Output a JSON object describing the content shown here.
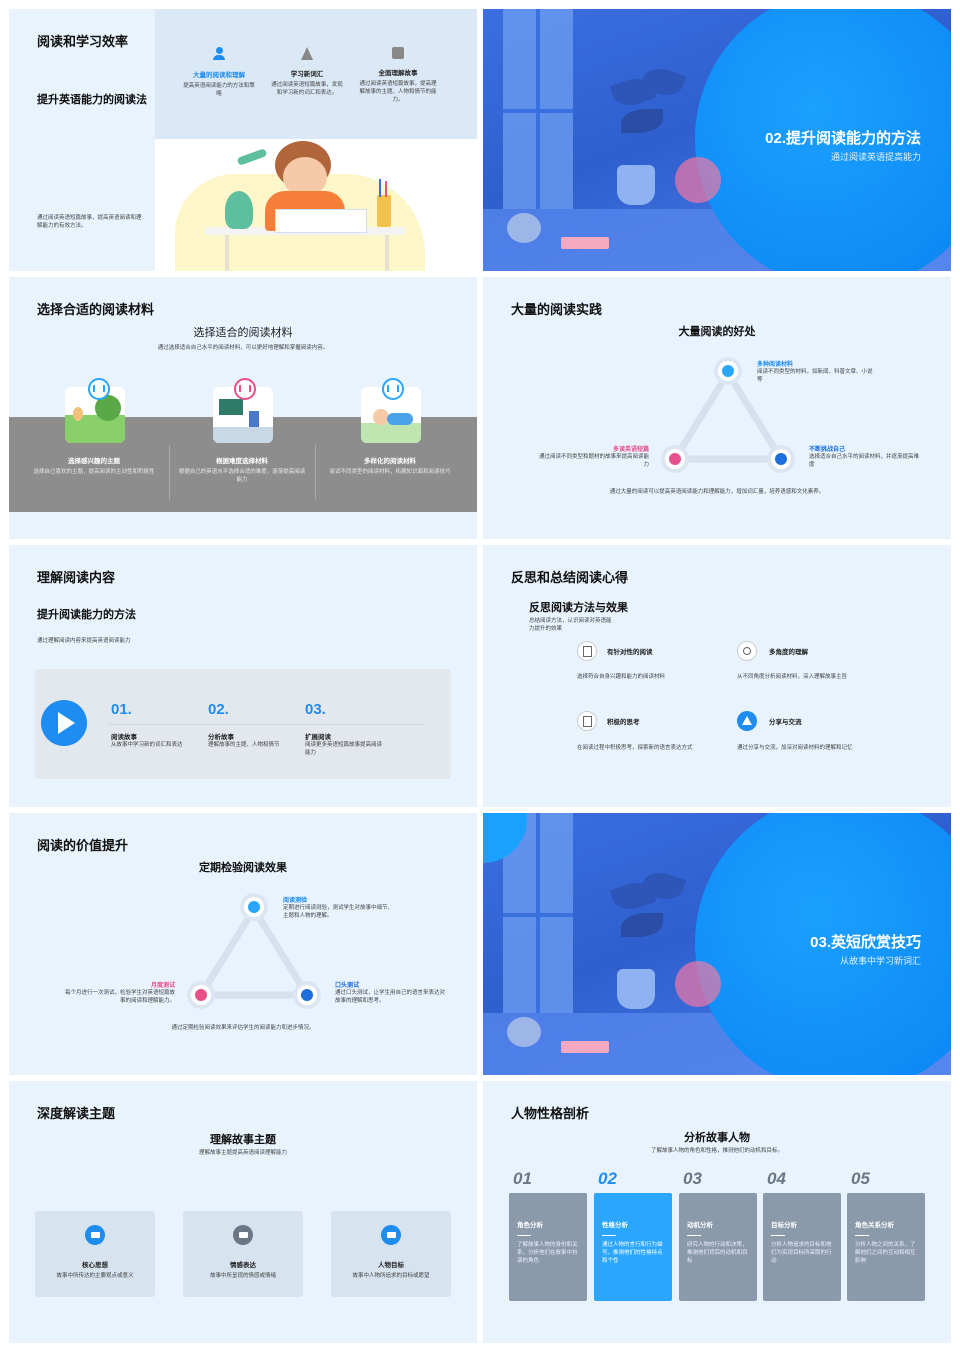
{
  "slide1": {
    "title": "阅读和学习效率",
    "subtitle": "提升英语能力的阅读法",
    "desc": "通过阅读英语短篇故事，提高英语阅读和理解能力的有效方法。",
    "items": [
      {
        "label": "大量的阅读和理解",
        "desc": "提高英语阅读能力的方法和策略"
      },
      {
        "label": "学习新词汇",
        "desc": "通过阅读英语短篇故事，发现和学习新的词汇和表达。"
      },
      {
        "label": "全面理解故事",
        "desc": "通过阅读英语短篇故事，提高理解故事的主题、人物和情节的能力。"
      }
    ]
  },
  "slide2": {
    "title": "02.提升阅读能力的方法",
    "subtitle": "通过阅读英语提高能力"
  },
  "slide3": {
    "title": "选择合适的阅读材料",
    "heading": "选择适合的阅读材料",
    "intro": "通过选择适合自己水平的阅读材料，可以更好地理解和掌握阅读内容。",
    "items": [
      {
        "label": "选择感兴趣的主题",
        "desc": "选择自己喜欢的主题，提高阅读的主动性和积极性"
      },
      {
        "label": "根据难度选择材料",
        "desc": "根据自己的英语水平选择合适的难度，逐渐提高阅读能力"
      },
      {
        "label": "多样化的阅读材料",
        "desc": "尝试不同类型的阅读材料，拓展知识面和阅读技巧"
      }
    ]
  },
  "slide4": {
    "title": "大量的阅读实践",
    "heading": "大量阅读的好处",
    "top": {
      "label": "多种阅读材料",
      "desc": "阅读不同类型的材料，如新闻、科普文章、小说等"
    },
    "left": {
      "label": "多读英语短篇",
      "desc": "通过阅读不同类型和题材的故事来提高阅读能力"
    },
    "right": {
      "label": "不断挑战自己",
      "desc": "选择适合自己水平的阅读材料，并逐渐提高难度"
    },
    "footer": "通过大量的阅读可以提高英语阅读能力和理解能力，增加词汇量，培养语感和文化素养。"
  },
  "slide5": {
    "title": "理解阅读内容",
    "subtitle": "提升阅读能力的方法",
    "intro": "通过理解阅读内容来提高英语阅读能力",
    "steps": [
      {
        "num": "01.",
        "label": "阅读故事",
        "desc": "从故事中学习新的词汇和表达"
      },
      {
        "num": "02.",
        "label": "分析故事",
        "desc": "理解故事的主题、人物和情节"
      },
      {
        "num": "03.",
        "label": "扩展阅读",
        "desc": "阅读更多英语短篇故事提高阅读能力"
      }
    ]
  },
  "slide6": {
    "title": "反思和总结阅读心得",
    "heading": "反思阅读方法与效果",
    "intro": "总结阅读方法，认识阅读对英语能力提升的效果",
    "items": [
      {
        "label": "有针对性的阅读",
        "desc": "选择符合自身兴趣和能力的阅读材料"
      },
      {
        "label": "多角度的理解",
        "desc": "从不同角度分析阅读材料，深入理解故事主旨"
      },
      {
        "label": "积极的思考",
        "desc": "在阅读过程中积极思考，探索新的语言表达方式"
      },
      {
        "label": "分享与交流",
        "desc": "通过分享与交流，加深对阅读材料的理解和记忆"
      }
    ]
  },
  "slide7": {
    "title": "阅读的价值提升",
    "heading": "定期检验阅读效果",
    "top": {
      "label": "阅读测验",
      "desc": "定期进行阅读测验，测试学生对故事中细节、主题和人物的理解。"
    },
    "left": {
      "label": "月度测试",
      "desc": "每个月进行一次测试，检验学生对英语短篇故事的阅读和理解能力。"
    },
    "right": {
      "label": "口头测试",
      "desc": "通过口头测试，让学生用自己的语言来表达对故事的理解和思考。"
    },
    "footer": "通过定期检验阅读效果来评估学生的阅读能力和进步情况。"
  },
  "slide8": {
    "title": "03.英短欣赏技巧",
    "subtitle": "从故事中学习新词汇"
  },
  "slide9": {
    "title": "深度解读主题",
    "heading": "理解故事主题",
    "intro": "理解故事主题提高英语阅读理解能力",
    "items": [
      {
        "label": "核心思想",
        "desc": "故事中所传达的主要观点或意义"
      },
      {
        "label": "情感表达",
        "desc": "故事中所呈现的情感或情绪"
      },
      {
        "label": "人物目标",
        "desc": "故事中人物所追求的目标或愿望"
      }
    ]
  },
  "slide10": {
    "title": "人物性格剖析",
    "heading": "分析故事人物",
    "intro": "了解故事人物的角色和性格，推测他们的动机和目标。",
    "cols": [
      {
        "num": "01",
        "label": "角色分析",
        "desc": "了解故事人物的身份和关系，分析他们在故事中扮演的角色"
      },
      {
        "num": "02",
        "label": "性格分析",
        "desc": "通过人物的言行和行为描写，推测他们的性格特点和个性"
      },
      {
        "num": "03",
        "label": "动机分析",
        "desc": "研究人物的行动和决策，推测他们背后的动机和目标"
      },
      {
        "num": "04",
        "label": "目标分析",
        "desc": "分析人物追求的目标和他们为实现目标所采取的行动"
      },
      {
        "num": "05",
        "label": "角色关系分析",
        "desc": "分析人物之间的关系，了解他们之间的互动和相互影响"
      }
    ]
  },
  "colors": {
    "accent": "#1e8cf0",
    "pink": "#e8508a",
    "panel": "#e8f3fd",
    "gray": "#8a9aab"
  }
}
